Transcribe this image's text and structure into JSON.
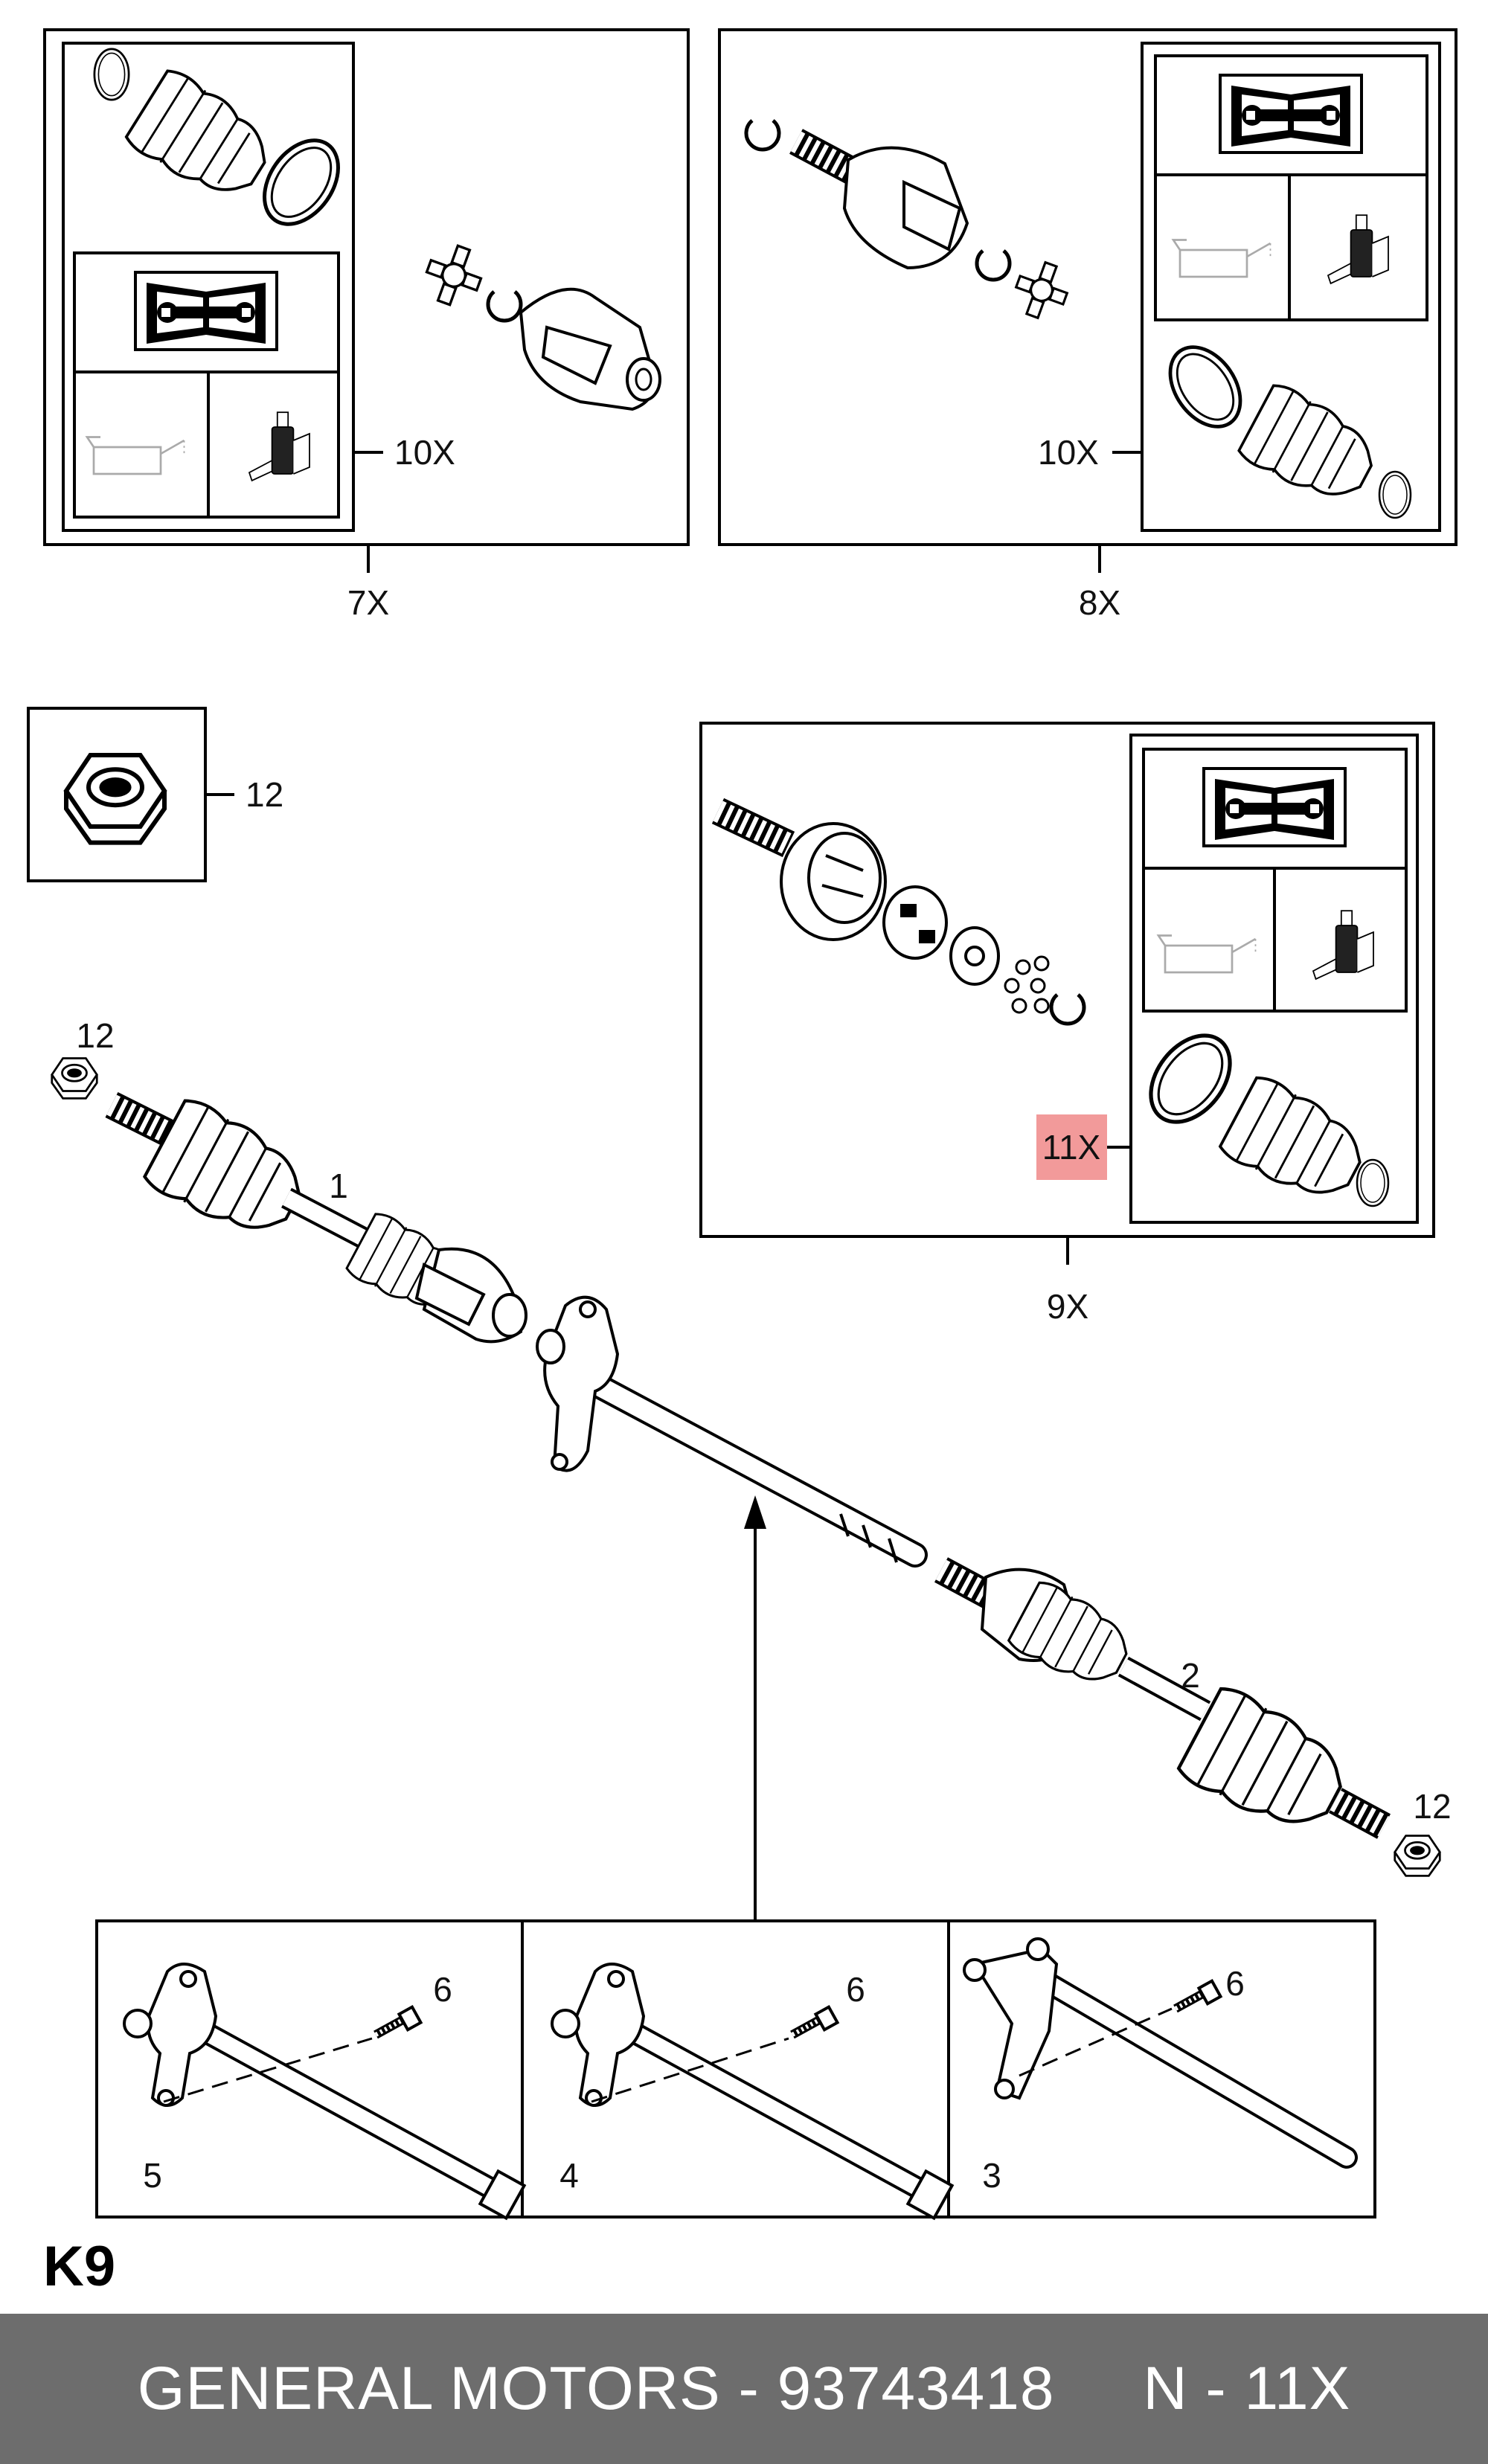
{
  "labels": {
    "l7x": "7X",
    "l8x": "8X",
    "l9x": "9X",
    "l10x_a": "10X",
    "l10x_b": "10X",
    "l11x": "11X",
    "l12_nut": "12",
    "l12_left": "12",
    "l12_right": "12",
    "l1": "1",
    "l2": "2",
    "l3": "3",
    "l4": "4",
    "l5": "5",
    "l6_a": "6",
    "l6_b": "6",
    "l6_c": "6"
  },
  "page_code": "K9",
  "footer": {
    "part": "GENERAL MOTORS - 93743418",
    "ref": "N - 11X"
  },
  "colors": {
    "highlight": "#f29a9a",
    "footer_bg": "#6d6d6d",
    "footer_text": "#ffffff"
  }
}
